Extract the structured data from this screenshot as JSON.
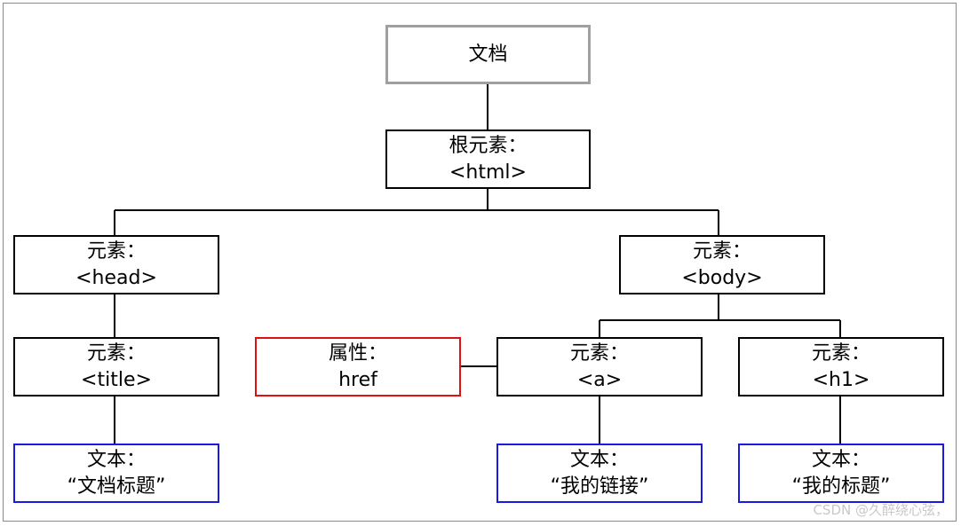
{
  "nodes": {
    "document": {
      "line1": "文档"
    },
    "root": {
      "line1": "根元素：",
      "line2": "<html>"
    },
    "head": {
      "line1": "元素：",
      "line2": "<head>"
    },
    "body": {
      "line1": "元素：",
      "line2": "<body>"
    },
    "title": {
      "line1": "元素：",
      "line2": "<title>"
    },
    "attr": {
      "line1": "属性：",
      "line2": "href"
    },
    "a": {
      "line1": "元素：",
      "line2": "<a>"
    },
    "h1": {
      "line1": "元素：",
      "line2": "<h1>"
    },
    "text_title": {
      "line1": "文本：",
      "line2": "“文档标题”"
    },
    "text_a": {
      "line1": "文本：",
      "line2": "“我的链接”"
    },
    "text_h1": {
      "line1": "文本：",
      "line2": "“我的标题”"
    }
  },
  "colors": {
    "document_border": "#a0a0a0",
    "element_border": "#000000",
    "attribute_border": "#e01010",
    "text_border": "#1a1ae0",
    "connector": "#000000"
  },
  "watermark": "CSDN @久醉绕心弦，"
}
